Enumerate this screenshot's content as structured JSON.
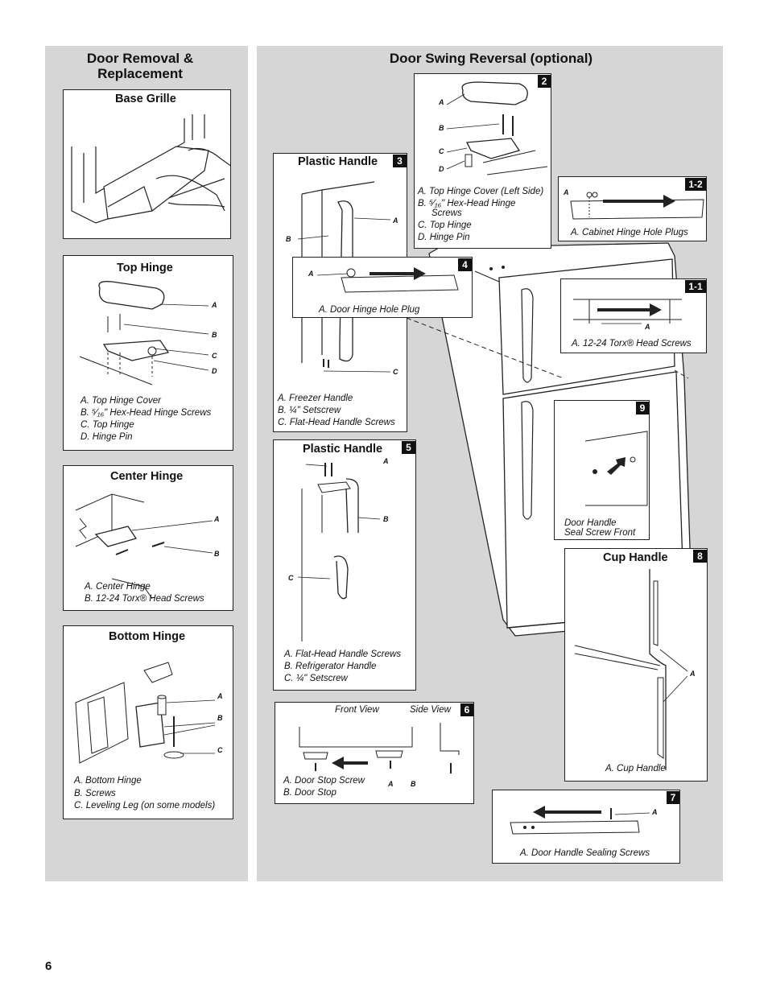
{
  "page_number": "6",
  "left": {
    "title": "Door Removal & Replacement",
    "base_grille": {
      "title": "Base Grille"
    },
    "top_hinge": {
      "title": "Top Hinge",
      "labels": [
        "A",
        "B",
        "C",
        "D"
      ],
      "captions": [
        "A. Top Hinge Cover",
        "B. ⁵⁄₁₆\" Hex-Head Hinge Screws",
        "C. Top Hinge",
        "D. Hinge Pin"
      ]
    },
    "center_hinge": {
      "title": "Center Hinge",
      "labels": [
        "A",
        "B"
      ],
      "captions": [
        "A. Center Hinge",
        "B. 12-24 Torx® Head Screws"
      ]
    },
    "bottom_hinge": {
      "title": "Bottom Hinge",
      "labels": [
        "A",
        "B",
        "C"
      ],
      "captions": [
        "A. Bottom Hinge",
        "B. Screws",
        "C. Leveling Leg (on some models)"
      ]
    }
  },
  "right": {
    "title": "Door Swing Reversal (optional)",
    "step2": {
      "num": "2",
      "labels": [
        "A",
        "B",
        "C",
        "D"
      ],
      "captions": [
        "A. Top Hinge Cover (Left Side)",
        "B. ⁵⁄₁₆\" Hex-Head Hinge",
        "Screws",
        "C. Top Hinge",
        "D. Hinge Pin"
      ]
    },
    "step3": {
      "num": "3",
      "title": "Plastic Handle",
      "labels": [
        "A",
        "B",
        "C"
      ],
      "captions": [
        "A. Freezer Handle",
        "B. ¼\" Setscrew",
        "C. Flat-Head Handle Screws"
      ]
    },
    "step12": {
      "num": "1-2",
      "label": "A",
      "caption": "A. Cabinet Hinge Hole Plugs"
    },
    "step4": {
      "num": "4",
      "label": "A",
      "caption": "A. Door Hinge Hole Plug"
    },
    "step11": {
      "num": "1-1",
      "label": "A",
      "caption": "A. 12-24 Torx® Head Screws"
    },
    "step9": {
      "num": "9",
      "captions": [
        "Door Handle",
        "Seal Screw Front"
      ]
    },
    "step5": {
      "num": "5",
      "title": "Plastic Handle",
      "labels": [
        "A",
        "B",
        "C"
      ],
      "captions": [
        "A. Flat-Head Handle Screws",
        "B. Refrigerator Handle",
        "C. ¼\" Setscrew"
      ]
    },
    "step8": {
      "num": "8",
      "title": "Cup Handle",
      "label": "A",
      "caption": "A. Cup Handle"
    },
    "step6": {
      "num": "6",
      "front_view": "Front View",
      "side_view": "Side View",
      "labels": [
        "A",
        "B"
      ],
      "captions": [
        "A. Door Stop Screw",
        "B. Door Stop"
      ]
    },
    "step7": {
      "num": "7",
      "label": "A",
      "caption": "A. Door Handle Sealing Screws"
    }
  }
}
